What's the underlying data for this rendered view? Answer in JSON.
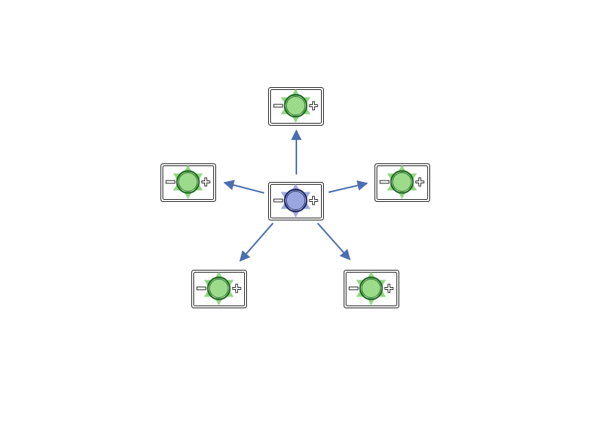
{
  "diagram": {
    "center": {
      "id": "source",
      "variant": "blue"
    },
    "children": [
      {
        "id": "top",
        "variant": "green"
      },
      {
        "id": "left",
        "variant": "green"
      },
      {
        "id": "right",
        "variant": "green"
      },
      {
        "id": "bottom-left",
        "variant": "green"
      },
      {
        "id": "bottom-right",
        "variant": "green"
      }
    ],
    "edges": [
      {
        "from": "source",
        "to": "top"
      },
      {
        "from": "source",
        "to": "left"
      },
      {
        "from": "source",
        "to": "right"
      },
      {
        "from": "source",
        "to": "bottom-left"
      },
      {
        "from": "source",
        "to": "bottom-right"
      }
    ]
  },
  "colors": {
    "arrow": "#4a6fb0",
    "green_fill": "#9cdb8a",
    "green_stroke": "#1f6b1f",
    "green_petal": "#7fcf6f",
    "blue_fill": "#9aa6e0",
    "blue_stroke": "#1d2a66",
    "blue_petal": "#8f9ad8",
    "frame": "#111111"
  }
}
